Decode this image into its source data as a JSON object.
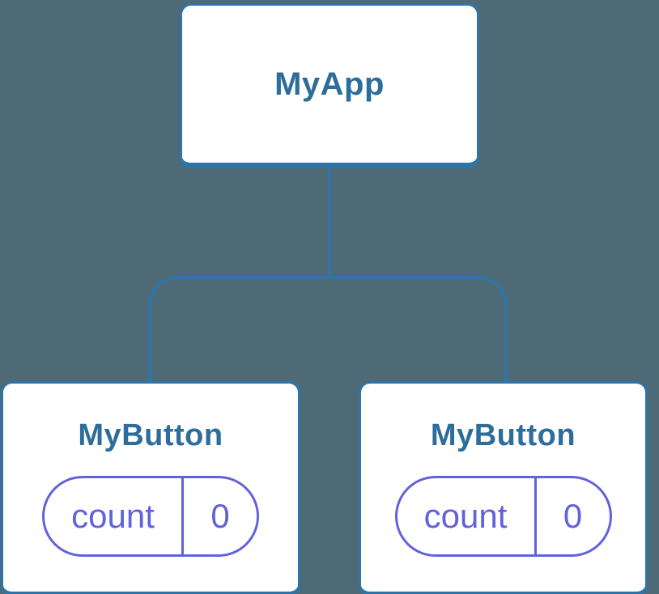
{
  "diagram": {
    "type": "component-tree",
    "colors": {
      "background": "#4D6A76",
      "connector_line": "#2F74A6",
      "node_border": "#2F74A6",
      "node_fill": "#FFFFFF",
      "node_label_text": "#2D6D9B",
      "state_accent": "#6262DB"
    },
    "root": {
      "label": "MyApp"
    },
    "children": [
      {
        "label": "MyButton",
        "state": {
          "key": "count",
          "value": "0"
        }
      },
      {
        "label": "MyButton",
        "state": {
          "key": "count",
          "value": "0"
        }
      }
    ]
  }
}
